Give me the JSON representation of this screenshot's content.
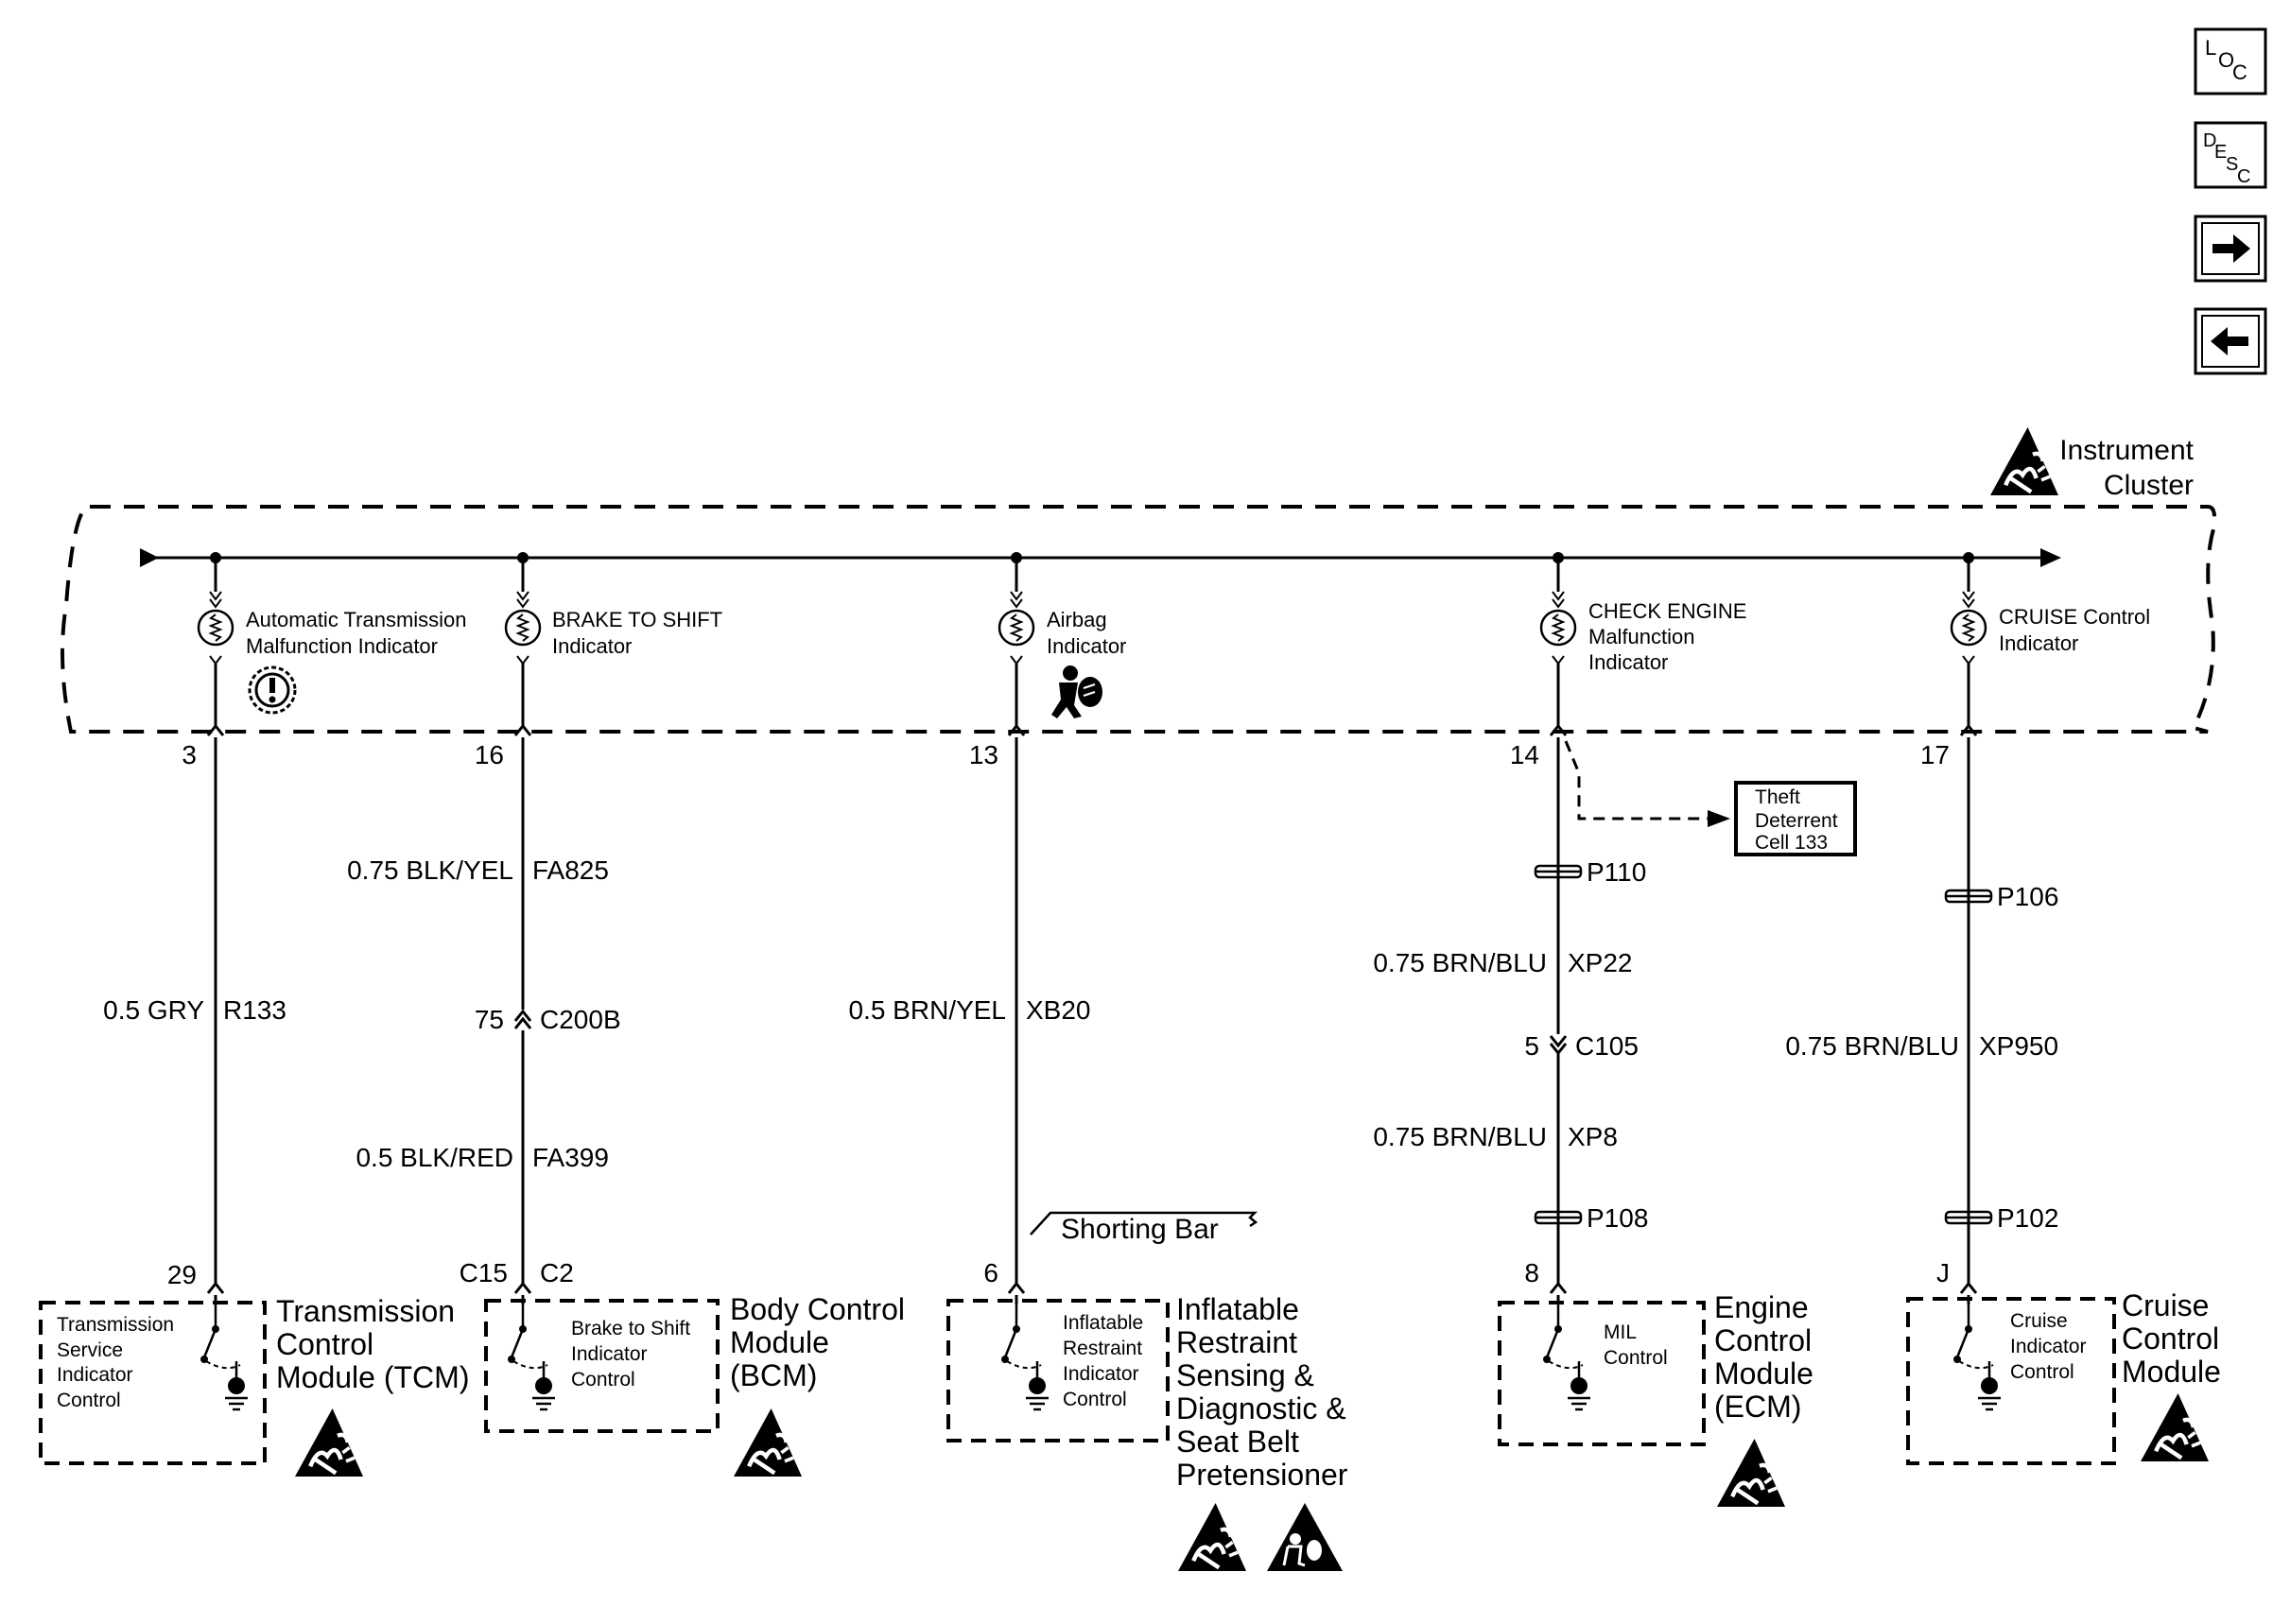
{
  "nav": {
    "loc": {
      "l1": "L",
      "l2": "O",
      "l3": "C"
    },
    "desc": {
      "l1": "D",
      "l2": "E",
      "l3": "S",
      "l4": "C"
    },
    "forward_icon": "arrow-right-icon",
    "back_icon": "arrow-left-icon"
  },
  "cluster": {
    "line1": "Instrument",
    "line2": "Cluster"
  },
  "indicators": {
    "atmi": {
      "l1": "Automatic Transmission",
      "l2": "Malfunction Indicator",
      "pin": "3"
    },
    "bts": {
      "l1": "BRAKE TO SHIFT",
      "l2": "Indicator",
      "pin": "16"
    },
    "airbag": {
      "l1": "Airbag",
      "l2": "Indicator",
      "pin": "13"
    },
    "check": {
      "l1": "CHECK ENGINE",
      "l2": "Malfunction",
      "l3": "Indicator",
      "pin": "14"
    },
    "cruise": {
      "l1": "CRUISE Control",
      "l2": "Indicator",
      "pin": "17"
    }
  },
  "wires": {
    "r133": {
      "gauge_color": "0.5 GRY",
      "circuit": "R133"
    },
    "fa825": {
      "gauge_color": "0.75 BLK/YEL",
      "circuit": "FA825"
    },
    "c200b": {
      "pin": "75",
      "name": "C200B"
    },
    "fa399": {
      "gauge_color": "0.5 BLK/RED",
      "circuit": "FA399"
    },
    "xb20": {
      "gauge_color": "0.5 BRN/YEL",
      "circuit": "XB20"
    },
    "xp22": {
      "gauge_color": "0.75 BRN/BLU",
      "circuit": "XP22"
    },
    "c105": {
      "pin": "5",
      "name": "C105"
    },
    "xp8": {
      "gauge_color": "0.75 BRN/BLU",
      "circuit": "XP8"
    },
    "xp950": {
      "gauge_color": "0.75 BRN/BLU",
      "circuit": "XP950"
    }
  },
  "splices": {
    "p110": "P110",
    "p108": "P108",
    "p106": "P106",
    "p102": "P102"
  },
  "theft": {
    "l1": "Theft",
    "l2": "Deterrent",
    "l3": "Cell 133"
  },
  "shorting_bar": "Shorting Bar",
  "modules": {
    "tcm": {
      "pin": "29",
      "inner": [
        "Transmission",
        "Service",
        "Indicator",
        "Control"
      ],
      "name": [
        "Transmission",
        "Control",
        "Module (TCM)"
      ]
    },
    "bcm": {
      "pin_a": "C15",
      "pin_b": "C2",
      "inner": [
        "Brake to Shift",
        "Indicator",
        "Control"
      ],
      "name": [
        "Body Control",
        "Module",
        "(BCM)"
      ]
    },
    "sdm": {
      "pin": "6",
      "inner": [
        "Inflatable",
        "Restraint",
        "Indicator",
        "Control"
      ],
      "name": [
        "Inflatable",
        "Restraint",
        "Sensing &",
        "Diagnostic &",
        "Seat Belt",
        "Pretensioner"
      ]
    },
    "ecm": {
      "pin": "8",
      "inner": [
        "MIL",
        "Control"
      ],
      "name": [
        "Engine",
        "Control",
        "Module",
        "(ECM)"
      ]
    },
    "ccm": {
      "pin": "J",
      "inner": [
        "Cruise",
        "Indicator",
        "Control"
      ],
      "name": [
        "Cruise",
        "Control",
        "Module"
      ]
    }
  },
  "icons": {
    "esd": "esd-warning-icon",
    "malfunction": "transmission-malfunction-icon",
    "airbag": "airbag-icon",
    "bulb": "indicator-lamp-icon",
    "ground": "ground-icon"
  }
}
